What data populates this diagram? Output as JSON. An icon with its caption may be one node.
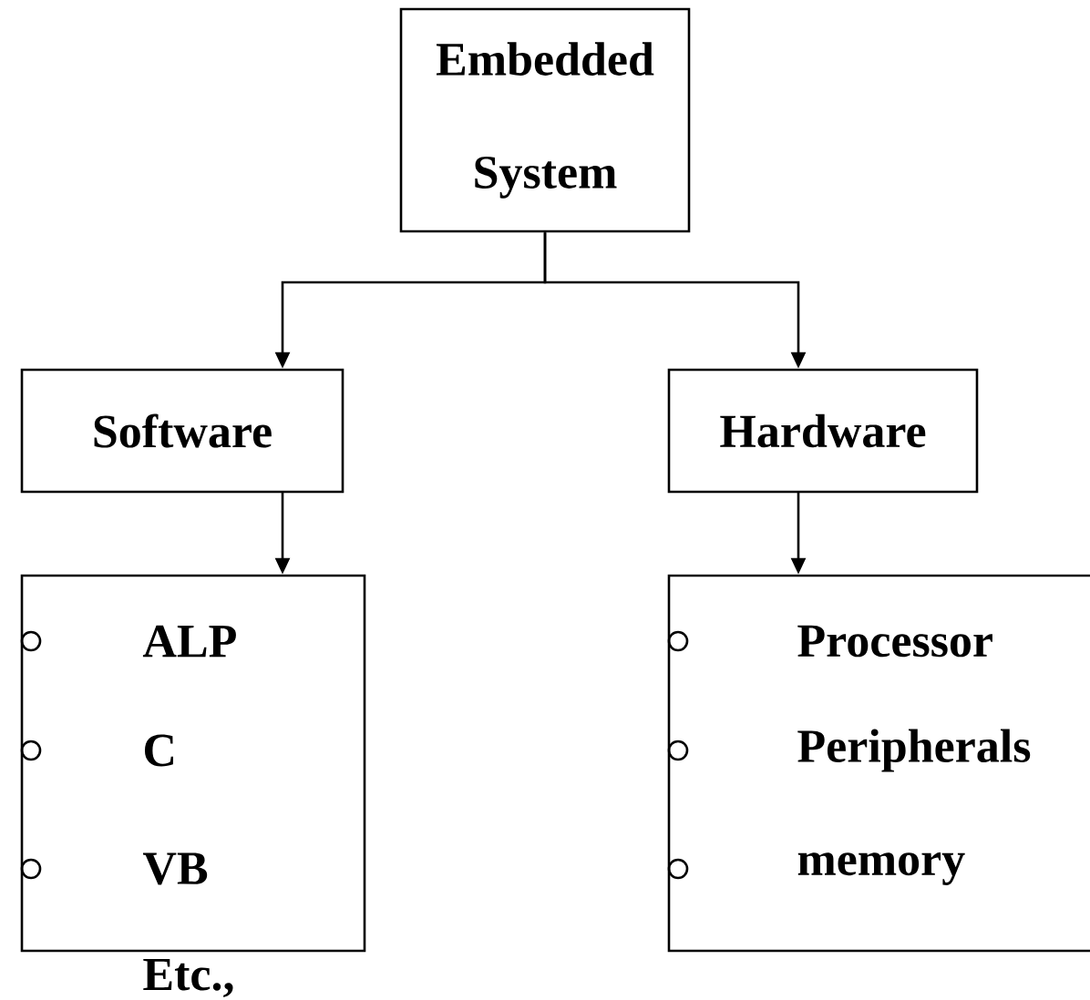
{
  "diagram": {
    "nodes": [
      {
        "text": [
          "Embedded System"
        ]
      },
      {
        "text": [
          "Software"
        ]
      },
      {
        "text": [
          "Hardware"
        ]
      },
      {
        "text": [
          "ALP",
          "C",
          "VB"
        ],
        "beside": [
          "Etc.,"
        ]
      },
      {
        "text": [
          "Processor",
          "Peripherals",
          "memory"
        ]
      }
    ],
    "edges": [
      {
        "from": 0,
        "to": 1,
        "arrow": "to"
      },
      {
        "from": 0,
        "to": 2,
        "arrow": "to"
      },
      {
        "from": 1,
        "to": 3,
        "arrow": "to"
      },
      {
        "from": 2,
        "to": 4,
        "arrow": "to"
      }
    ]
  }
}
